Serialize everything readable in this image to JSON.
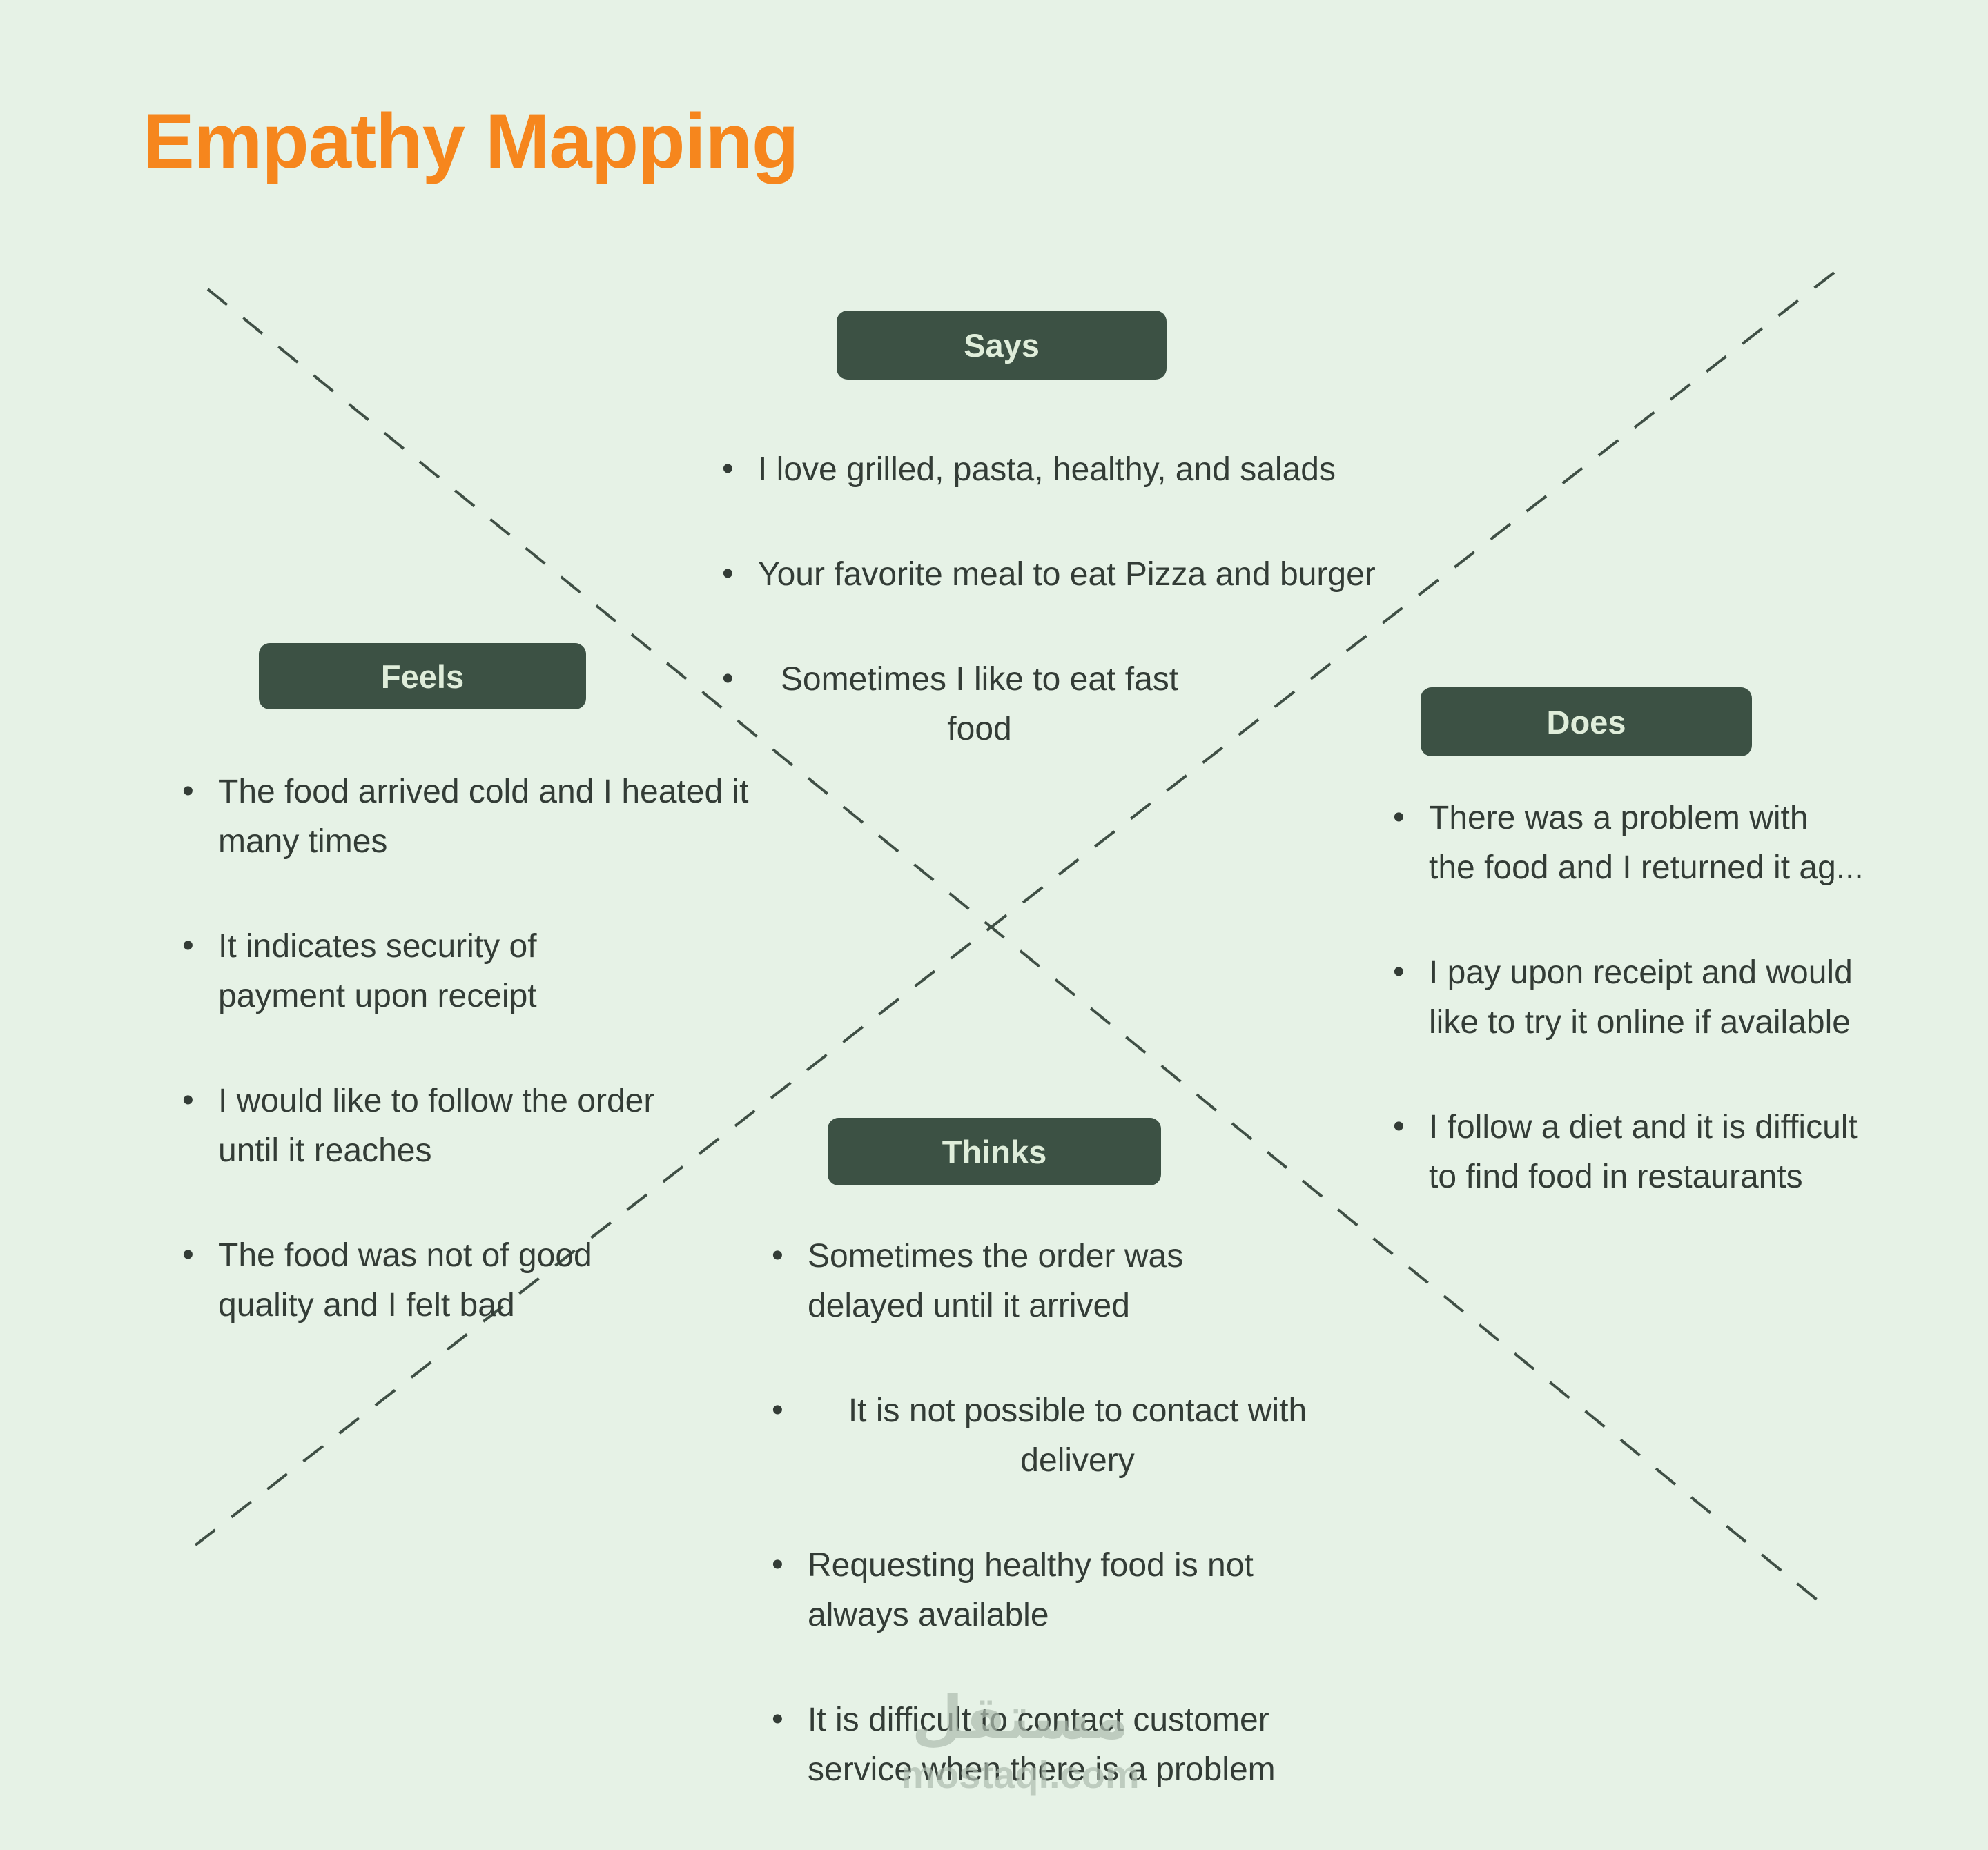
{
  "title": "Empathy Mapping",
  "colors": {
    "bg": "#E6F2E6",
    "accent": "#F6861D",
    "badge_bg": "#3C5144",
    "badge_text": "#DFEDDA",
    "text": "#333C36",
    "dash": "#3F4F45",
    "watermark": "#AEBCAF"
  },
  "sections": [
    {
      "id": "says",
      "label": "Says",
      "items": [
        {
          "lines": [
            "I love grilled, pasta, healthy, and salads"
          ]
        },
        {
          "lines": [
            "Your favorite meal to eat Pizza and burger"
          ]
        },
        {
          "lines": [
            "Sometimes I like to eat fast",
            "food"
          ]
        }
      ]
    },
    {
      "id": "feels",
      "label": "Feels",
      "items": [
        {
          "lines": [
            "The food arrived cold and I heated it",
            "many times"
          ]
        },
        {
          "lines": [
            "It indicates security of",
            "payment upon receipt"
          ]
        },
        {
          "lines": [
            "I would like to follow the order",
            "until it reaches"
          ]
        },
        {
          "lines": [
            "The food was not of good",
            "quality and I felt bad"
          ]
        }
      ]
    },
    {
      "id": "does",
      "label": "Does",
      "items": [
        {
          "lines": [
            "There was a problem with",
            "the food and I returned it ag..."
          ]
        },
        {
          "lines": [
            "I pay upon receipt and would",
            "like to try it online if available"
          ]
        },
        {
          "lines": [
            "I follow a diet and it is difficult",
            "to find food in restaurants"
          ]
        }
      ]
    },
    {
      "id": "thinks",
      "label": "Thinks",
      "items": [
        {
          "lines": [
            "Sometimes the order was",
            "delayed until it arrived"
          ]
        },
        {
          "lines": [
            "It is not possible to contact with",
            "delivery"
          ]
        },
        {
          "lines": [
            "Requesting healthy food is not",
            "always available"
          ]
        },
        {
          "lines": [
            "It is difficult to contact customer",
            "service when there is a problem"
          ]
        }
      ]
    }
  ],
  "watermark": {
    "line1": "مستقل",
    "line2": "mostaql.com"
  }
}
